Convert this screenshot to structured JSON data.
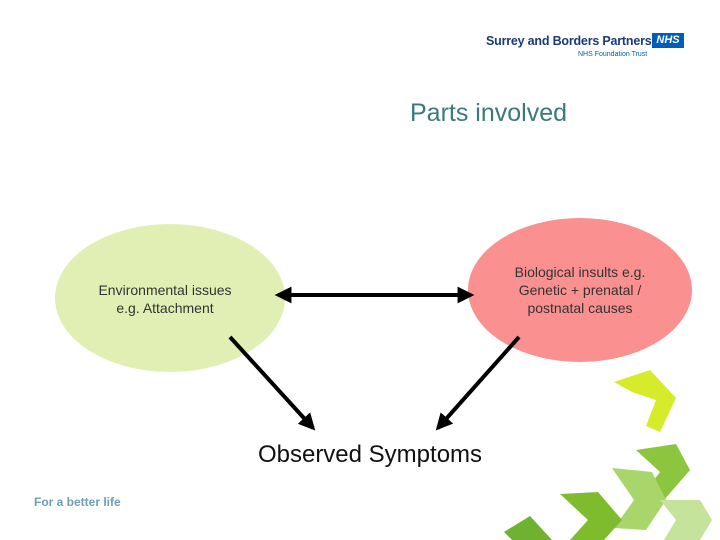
{
  "header": {
    "org_name": "Surrey and Borders Partnership",
    "nhs_label": "NHS",
    "trust_label": "NHS Foundation Trust"
  },
  "title": "Parts involved",
  "nodes": {
    "environmental": {
      "lines": [
        "Environmental issues",
        "e.g. Attachment"
      ],
      "color": "#e2efb4"
    },
    "biological": {
      "lines": [
        "Biological insults e.g.",
        "Genetic + prenatal /",
        "postnatal causes"
      ],
      "color": "#fa9190"
    },
    "symptoms": {
      "label": "Observed Symptoms"
    }
  },
  "edges": [
    {
      "from": "environmental",
      "to": "biological",
      "style": "bidirectional"
    },
    {
      "from": "environmental",
      "to": "symptoms",
      "style": "directed"
    },
    {
      "from": "biological",
      "to": "symptoms",
      "style": "directed"
    }
  ],
  "footer": {
    "tagline": "For a better life"
  },
  "colors": {
    "title": "#3a7a7a",
    "org_name": "#1a3a7a",
    "nhs_blue": "#005eb8",
    "arrow": "#000000",
    "decor_lime": "#d6eb2a",
    "decor_green": "#7ebc2e",
    "tagline": "#6f9fb0"
  }
}
